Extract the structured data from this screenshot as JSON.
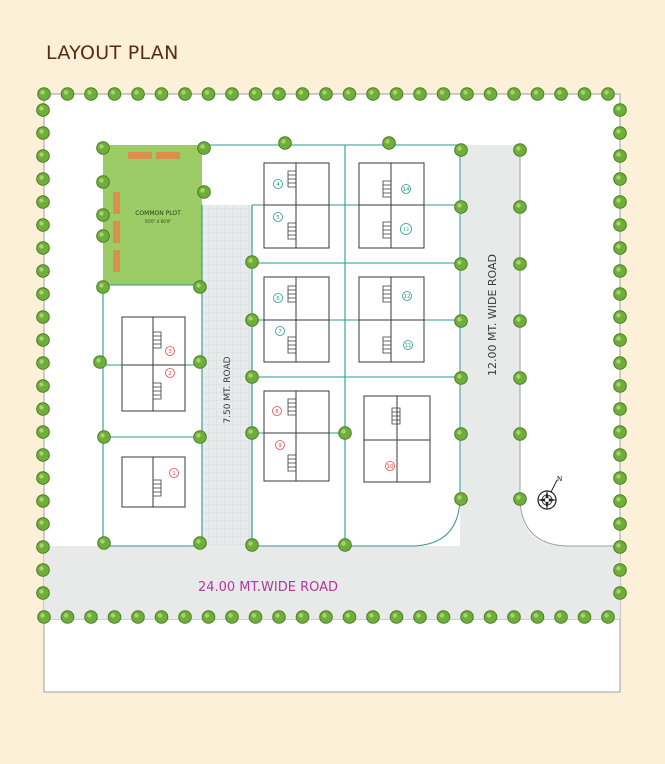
{
  "header": {
    "title": "LAYOUT PLAN"
  },
  "labels": {
    "common_plot": "COMMON PLOT",
    "common_plot_size": "50'0\" X 60'0\"",
    "internal_road": "7.50 MT. ROAD",
    "side_road": "12.00 MT. WIDE ROAD",
    "main_road": "24.00 MT.WIDE ROAD",
    "north": "N"
  },
  "plots": [
    "1",
    "2",
    "3",
    "4",
    "5",
    "6",
    "7",
    "8",
    "9",
    "10",
    "11",
    "12",
    "13",
    "14"
  ],
  "colors": {
    "background": "#fdf0d8",
    "site": "#ffffff",
    "road": "#e8eaea",
    "plot_line": "#2a9a92",
    "tree": "#6fae3a",
    "green": "#8bc34a",
    "road_label": "#b0399a",
    "plot_tag": "#e34b4b"
  },
  "icons": [
    "tree-icon",
    "compass-icon",
    "bench-icon",
    "staircase-icon"
  ]
}
